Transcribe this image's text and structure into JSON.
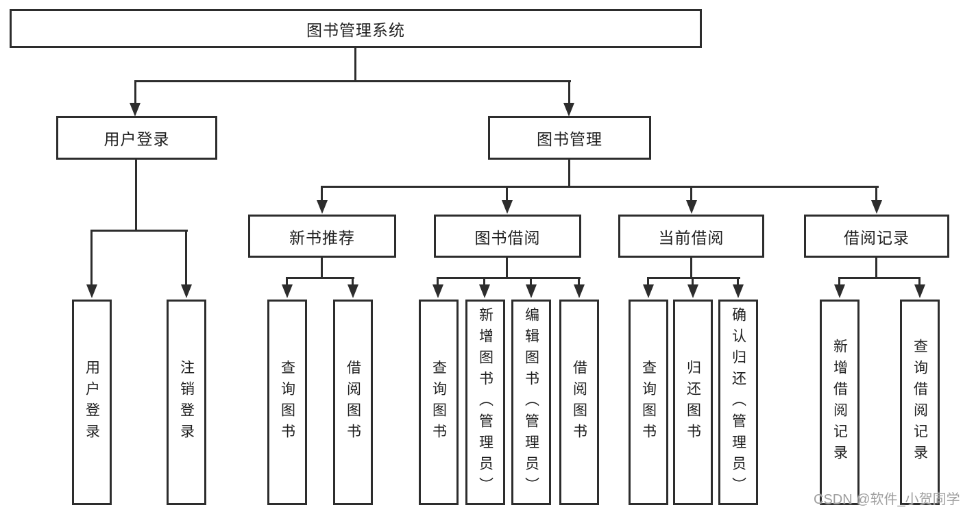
{
  "tree": {
    "label": "图书管理系统",
    "children": [
      {
        "label": "用户登录",
        "children": [
          {
            "label": "用户登录"
          },
          {
            "label": "注销登录"
          }
        ]
      },
      {
        "label": "图书管理",
        "children": [
          {
            "label": "新书推荐",
            "children": [
              {
                "label": "查询图书"
              },
              {
                "label": "借阅图书"
              }
            ]
          },
          {
            "label": "图书借阅",
            "children": [
              {
                "label": "查询图书"
              },
              {
                "label": "新增图书（管理员）"
              },
              {
                "label": "编辑图书（管理员）"
              },
              {
                "label": "借阅图书"
              }
            ]
          },
          {
            "label": "当前借阅",
            "children": [
              {
                "label": "查询图书"
              },
              {
                "label": "归还图书"
              },
              {
                "label": "确认归还（管理员）"
              }
            ]
          },
          {
            "label": "借阅记录",
            "children": [
              {
                "label": "新增借阅记录"
              },
              {
                "label": "查询借阅记录"
              }
            ]
          }
        ]
      }
    ]
  },
  "watermark": {
    "text": "CSDN @软件_小贺同学"
  },
  "colors": {
    "line": "#2d2d2d",
    "box_border": "#2d2d2d",
    "text": "#1f1f1f",
    "watermark": "#9f9f9f",
    "background": "#ffffff"
  }
}
